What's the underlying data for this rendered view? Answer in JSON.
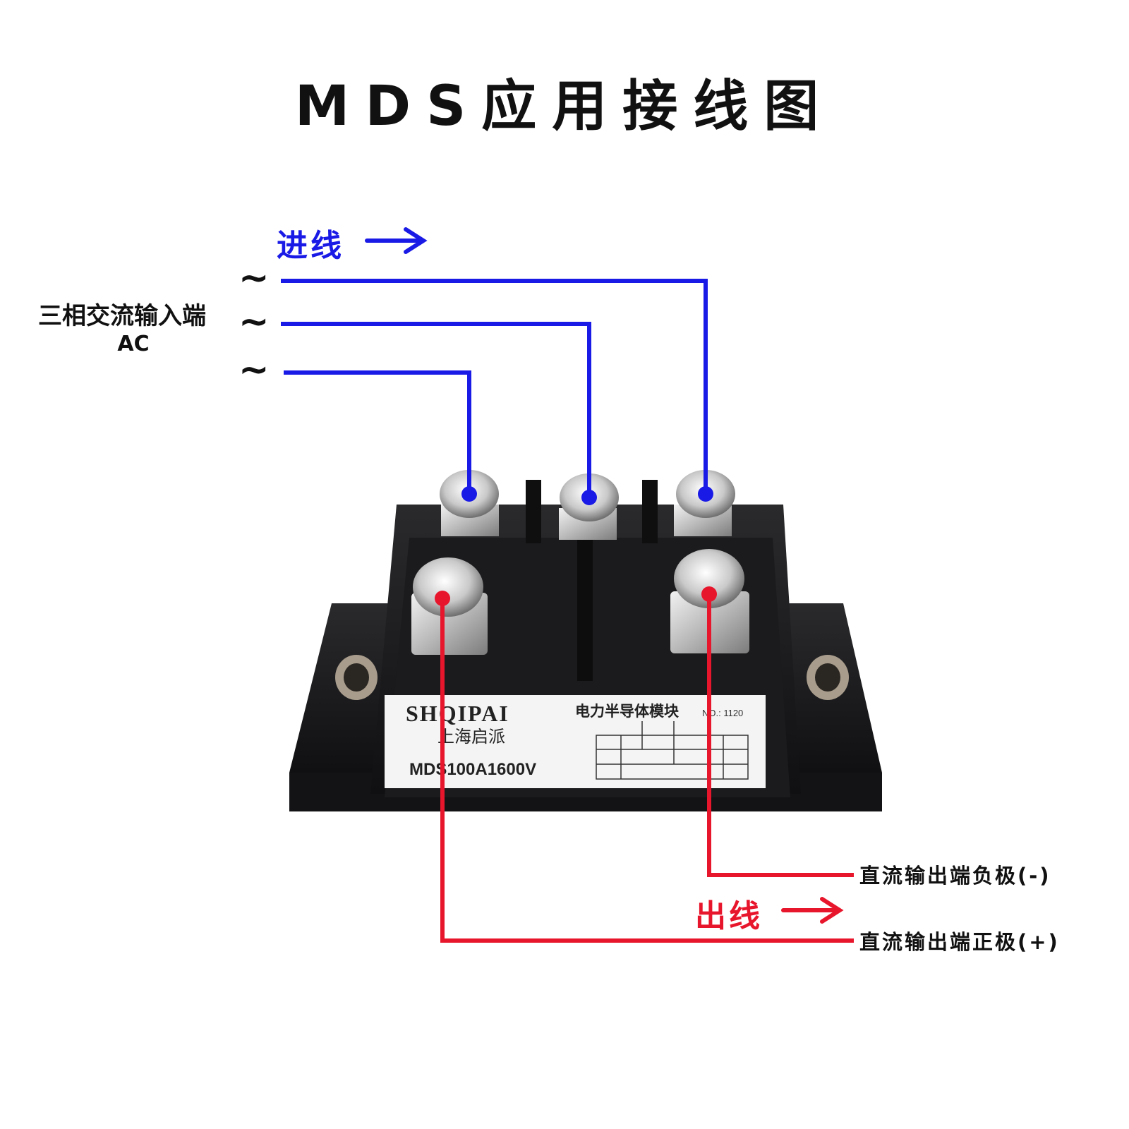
{
  "title": "MDS应用接线图",
  "incoming_label": "进线",
  "outgoing_label": "出线",
  "ac_input": {
    "label": "三相交流输入端",
    "sub": "AC",
    "phase_symbol": "~"
  },
  "dc_negative_label": "直流输出端负极(-)",
  "dc_positive_label": "直流输出端正极(+)",
  "module": {
    "brand": "SHQIPAI",
    "brand_cn": "上海启派",
    "type": "电力半导体模块",
    "number": "NO.: 1120",
    "model": "MDS100A1600V"
  },
  "colors": {
    "input_wire": "#1a1ae6",
    "output_wire": "#e8162c",
    "module_body": "#1c1c1e"
  }
}
